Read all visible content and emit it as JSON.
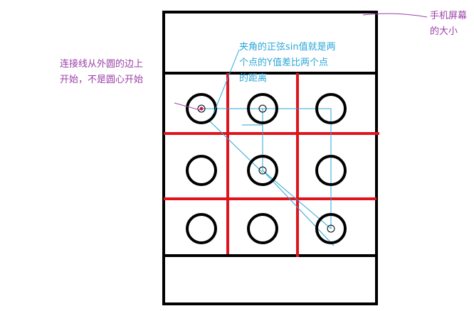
{
  "colors": {
    "frame": "#000000",
    "grid": "#e0141c",
    "connector": "#2aa6d8",
    "callout_purple": "#9b3fa8",
    "dot": "#c2185b",
    "background": "#ffffff"
  },
  "annotations": {
    "screen_size": {
      "lines": [
        "手机屏幕",
        "的大小"
      ],
      "color": "#9b3fa8"
    },
    "edge_start": {
      "lines": [
        "连接线从外圆的边上",
        "开始，不是圆心开始"
      ],
      "color": "#9b3fa8"
    },
    "sine_angle": {
      "lines": [
        "夹角的正弦sin值就是两",
        "个点的Y值差比两个点",
        "的距离"
      ],
      "color": "#2aa6d8"
    }
  },
  "pattern_grid": {
    "rows": 3,
    "cols": 3,
    "pattern_path": [
      [
        0,
        0
      ],
      [
        0,
        1
      ],
      [
        1,
        1
      ],
      [
        2,
        2
      ],
      [
        1,
        2
      ],
      [
        0,
        2
      ]
    ],
    "inner_dots": [
      [
        0,
        0
      ],
      [
        0,
        1
      ],
      [
        1,
        1
      ],
      [
        2,
        2
      ]
    ]
  }
}
